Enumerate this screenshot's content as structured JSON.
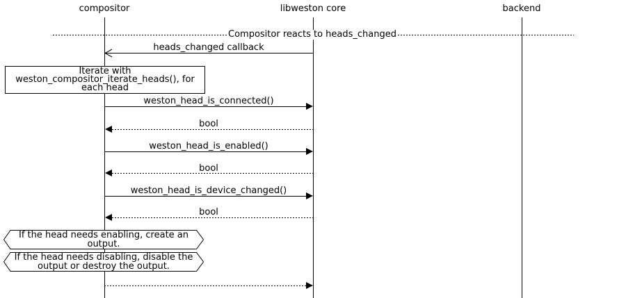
{
  "diagram": {
    "participants": [
      {
        "id": "compositor",
        "label": "compositor"
      },
      {
        "id": "libweston-core",
        "label": "libweston core"
      },
      {
        "id": "backend",
        "label": "backend"
      }
    ],
    "divider": {
      "label": "Compositor reacts to heads_changed"
    },
    "messages": [
      {
        "label": "heads_changed callback",
        "from": "libweston core",
        "to": "compositor",
        "line": "solid",
        "arrowhead": "open"
      },
      {
        "label": "weston_head_is_connected()",
        "from": "compositor",
        "to": "libweston core",
        "line": "solid",
        "arrowhead": "filled"
      },
      {
        "label": "bool",
        "from": "libweston core",
        "to": "compositor",
        "line": "dashed",
        "arrowhead": "filled"
      },
      {
        "label": "weston_head_is_enabled()",
        "from": "compositor",
        "to": "libweston core",
        "line": "solid",
        "arrowhead": "filled"
      },
      {
        "label": "bool",
        "from": "libweston core",
        "to": "compositor",
        "line": "dashed",
        "arrowhead": "filled"
      },
      {
        "label": "weston_head_is_device_changed()",
        "from": "compositor",
        "to": "libweston core",
        "line": "solid",
        "arrowhead": "filled"
      },
      {
        "label": "bool",
        "from": "libweston core",
        "to": "compositor",
        "line": "dashed",
        "arrowhead": "filled"
      },
      {
        "label": "",
        "from": "compositor",
        "to": "libweston core",
        "line": "dashed",
        "arrowhead": "filled"
      }
    ],
    "notes": [
      {
        "shape": "rect",
        "over": "compositor",
        "text": "Iterate with\nweston_compositor_iterate_heads(), for\neach head"
      },
      {
        "shape": "hexagon",
        "over": "compositor",
        "text": "If the head needs enabling, create an\noutput."
      },
      {
        "shape": "hexagon",
        "over": "compositor",
        "text": "If the head needs disabling, disable the\noutput or destroy the output."
      }
    ],
    "colors": {
      "line": "#000000",
      "background": "#ffffff"
    }
  }
}
